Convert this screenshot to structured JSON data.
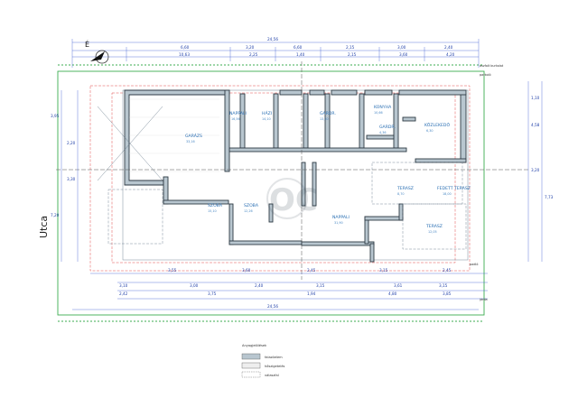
{
  "street_label": "Utca",
  "north_mark": "É",
  "watermark": "OC",
  "dimensions": {
    "overall_top": "24,56",
    "overall_bottom": "24,56",
    "top_row1": [
      "6,60",
      "3,20",
      "6,60",
      "2,15",
      "3,00",
      "2,40"
    ],
    "top_row2": [
      "10,63",
      "2,25",
      "1,40",
      "2,15",
      "3,60",
      "4,20"
    ],
    "bottom_row1": [
      "3,55",
      "3,60",
      "2,45",
      "3,15",
      "2,45"
    ],
    "bottom_row2": [
      "3,10",
      "3,00",
      "2,40",
      "3,15",
      "3,61",
      "3,15"
    ],
    "bottom_row3": [
      "2,42",
      "3,75",
      "1,94",
      "4,80",
      "3,85"
    ],
    "left_side": [
      "3,95",
      "2,20",
      "3,30",
      "7,20"
    ],
    "right_side": [
      "1,10",
      "4,58",
      "3,20",
      "7,73"
    ]
  },
  "rooms": [
    {
      "name": "GARÁZS",
      "area": "33,16"
    },
    {
      "name": "NAPPALI",
      "area": "16,56"
    },
    {
      "name": "HÁZI",
      "area": "14,10"
    },
    {
      "name": "GARDR.",
      "area": "13,30"
    },
    {
      "name": "KONYHA",
      "area": "10,66"
    },
    {
      "name": "GARDR.",
      "area": "4,36"
    },
    {
      "name": "KÖZLEKEDŐ",
      "area": "6,30"
    },
    {
      "name": "SZOBA",
      "area": "15,10"
    },
    {
      "name": "SZOBA",
      "area": "12,26"
    },
    {
      "name": "NAPPALI",
      "area": "31,90"
    },
    {
      "name": "TERASZ",
      "area": "8,70"
    },
    {
      "name": "FEDETT TERASZ",
      "area": "18,00"
    },
    {
      "name": "TERASZ",
      "area": "12,05"
    }
  ],
  "notes": [
    "aszfalt burkolat",
    "parkoló",
    "padló",
    "járda"
  ],
  "legend": {
    "title": "Anyagjelölések",
    "items": [
      "falazóelem",
      "hőszigetelés",
      "válaszfal"
    ]
  },
  "colors": {
    "wall_fill": "#b8c6cf",
    "property_line": "#3cae50",
    "setback_line": "#e04a4a",
    "dimension": "#1f3fa8",
    "room_label": "#2a6fb3"
  }
}
